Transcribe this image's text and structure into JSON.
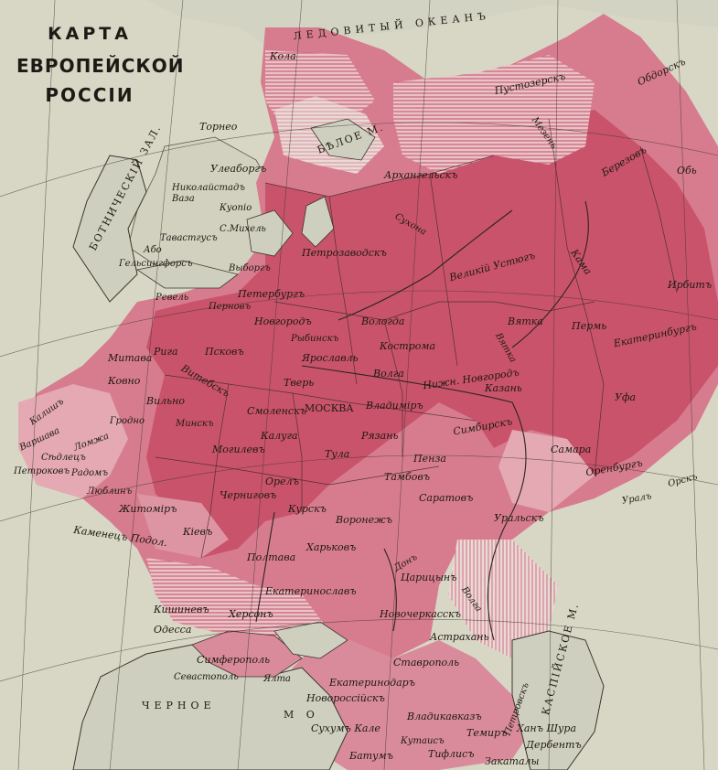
{
  "title": {
    "line1": "КАРТА",
    "line2": "ЕВРОПЕЙСКОЙ",
    "line3": "РОССІИ"
  },
  "colors": {
    "background": "#d8d7c5",
    "sea": "#cfcfbf",
    "region_dark": "#c9536b",
    "region_medium": "#d77c8e",
    "region_light": "#e4a9b3",
    "region_hatched": "#e8c1c6",
    "lines": "#2a2520"
  },
  "seas": {
    "arctic": "ЛЕДОВИТЫЙ ОКЕАНЪ",
    "white_sea": "БѢЛОЕ М.",
    "gulf": "БОТНИЧЕСКІЙ ЗАЛ.",
    "black_sea_1": "ЧЕРНОЕ",
    "black_sea_2": "М О",
    "caspian": "КАСПІЙСКОЕ М."
  },
  "places": {
    "kola": "Кола",
    "pustozersk": "Пустозерскъ",
    "obdorsk": "Обдорскъ",
    "mezen": "Мезень",
    "tornio": "Торнео",
    "uleaborg": "Улеаборгъ",
    "arkhangelsk": "Архангельскъ",
    "berezov": "Березовъ",
    "obi": "Обь",
    "nikolaistad": "Николайстадъ",
    "vaza": "Ваза",
    "kuopio": "Куопіо",
    "s_mikhel": "С.Михель",
    "tavastgus": "Тавастгусъ",
    "abo": "Або",
    "gelsingfors": "Гельсингфорсъ",
    "vyborg": "Выборгъ",
    "petrozavodsk": "Петрозаводскъ",
    "velikiy_ustyug": "Великій Устюгъ",
    "kama": "Кама",
    "irbit": "Ирбитъ",
    "sukhona": "Сухона",
    "peterburg": "Петербургъ",
    "revel": "Ревель",
    "novgorod": "Новгородъ",
    "vologda": "Вологда",
    "vyatka": "Вятка",
    "perm": "Пермь",
    "ekaterinburg": "Екатеринбургъ",
    "pernov": "Перновъ",
    "rybinsk": "Рыбинскъ",
    "mitava": "Митава",
    "riga": "Рига",
    "pskov": "Псковъ",
    "kostroma": "Кострома",
    "yaroslavl": "Ярославль",
    "vyatka_river": "Вятка",
    "kovno": "Ковно",
    "vitebsk": "Витебскъ",
    "tver": "Тверь",
    "volga": "Волга",
    "nizhniy": "Нижн. Новгородъ",
    "kazan": "Казань",
    "ufa": "Уфа",
    "vilna": "Вильно",
    "smolensk": "Смоленскъ",
    "moskva": "МОСКВА",
    "vladimir": "Владиміръ",
    "simbirsk": "Симбирскъ",
    "kalisz": "Калишъ",
    "grodno": "Гродно",
    "minsk": "Минскъ",
    "kaluga": "Калуга",
    "ryazan": "Рязань",
    "lomzha": "Ломжа",
    "varshava": "Варшава",
    "siedlce": "Сѣдлецъ",
    "mogilev": "Могилевъ",
    "tula": "Тула",
    "penza": "Пенза",
    "samara": "Самара",
    "radom": "Радомъ",
    "lublin": "Люблинъ",
    "orel": "Орелъ",
    "orenburg": "Оренбургъ",
    "petrokov": "Петроковъ",
    "tambov": "Тамбовъ",
    "ural_river": "Уралъ",
    "orsk": "Орскъ",
    "chernigov": "Черниговъ",
    "saratov": "Саратовъ",
    "zhitomir": "Житоміръ",
    "kursk": "Курскъ",
    "uralsk": "Уральскъ",
    "voronezh": "Воронежъ",
    "kiev": "Кіевъ",
    "kamenets": "Каменецъ Подол.",
    "kharkov": "Харьковъ",
    "don": "Донъ",
    "poltava": "Полтава",
    "tsaritsyn": "Царицынъ",
    "ekaterinoslav": "Екатеринославъ",
    "kishinev": "Кишиневъ",
    "kherson": "Херсонъ",
    "novocherkassk": "Новочеркасскъ",
    "odessa": "Одесса",
    "volga_lower": "Волга",
    "astrakhan": "Астрахань",
    "simferopol": "Симферополь",
    "stavropol": "Ставрополь",
    "sevastopol": "Севастополь",
    "yalta": "Ялта",
    "ekaterinodar": "Екатеринодаръ",
    "novorossiysk": "Новороссійскъ",
    "vladikavkaz": "Владикавказъ",
    "sukhum": "Сухумъ Кале",
    "kutais": "Кутаисъ",
    "petrovsk": "Петровскъ",
    "temir": "Темиръ",
    "khan_shura": "Ханъ Шура",
    "batum": "Батумъ",
    "tiflis": "Тифлисъ",
    "derbent": "Дербентъ",
    "zakataly": "Закаталы"
  }
}
